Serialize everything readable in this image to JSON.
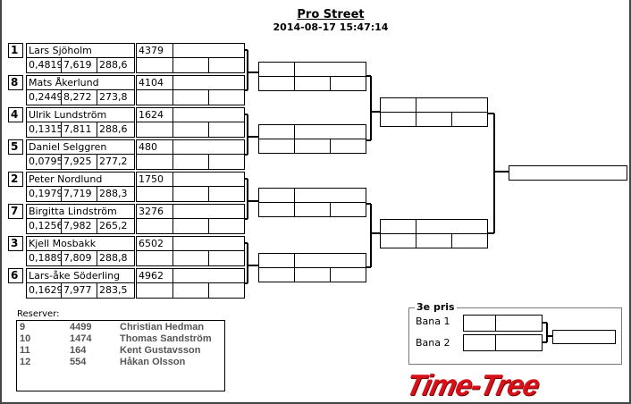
{
  "title": "Pro Street",
  "datetime": "2014-08-17 15:47:14",
  "entries": [
    {
      "seed": "1",
      "name": "Lars Sjöholm",
      "rt": "0,4819",
      "et": "7,619",
      "speed": "288,6",
      "number": "4379"
    },
    {
      "seed": "8",
      "name": "Mats Åkerlund",
      "rt": "0,2449",
      "et": "8,272",
      "speed": "273,8",
      "number": "4104"
    },
    {
      "seed": "4",
      "name": "Ulrik Lundström",
      "rt": "0,1315",
      "et": "7,811",
      "speed": "288,6",
      "number": "1624"
    },
    {
      "seed": "5",
      "name": "Daniel Selggren",
      "rt": "0,0795",
      "et": "7,925",
      "speed": "277,2",
      "number": "480"
    },
    {
      "seed": "2",
      "name": "Peter Nordlund",
      "rt": "0,1979",
      "et": "7,719",
      "speed": "288,3",
      "number": "1750"
    },
    {
      "seed": "7",
      "name": "Birgitta Lindström",
      "rt": "0,1256",
      "et": "7,982",
      "speed": "265,2",
      "number": "3276"
    },
    {
      "seed": "3",
      "name": "Kjell Mosbakk",
      "rt": "0,1889",
      "et": "7,809",
      "speed": "288,8",
      "number": "6502"
    },
    {
      "seed": "6",
      "name": "Lars-åke Söderling",
      "rt": "0,1629",
      "et": "7,977",
      "speed": "283,5",
      "number": "4962"
    }
  ],
  "reserves_label": "Reserver:",
  "reserves": [
    {
      "pos": "9",
      "number": "4499",
      "name": "Christian Hedman"
    },
    {
      "pos": "10",
      "number": "1474",
      "name": "Thomas Sandström"
    },
    {
      "pos": "11",
      "number": "164",
      "name": "Kent Gustavsson"
    },
    {
      "pos": "12",
      "number": "554",
      "name": "Håkan Olsson"
    }
  ],
  "third_place": {
    "label": "3e pris",
    "lane1": "Bana 1",
    "lane2": "Bana 2"
  },
  "logo_text": "Time-Tree"
}
